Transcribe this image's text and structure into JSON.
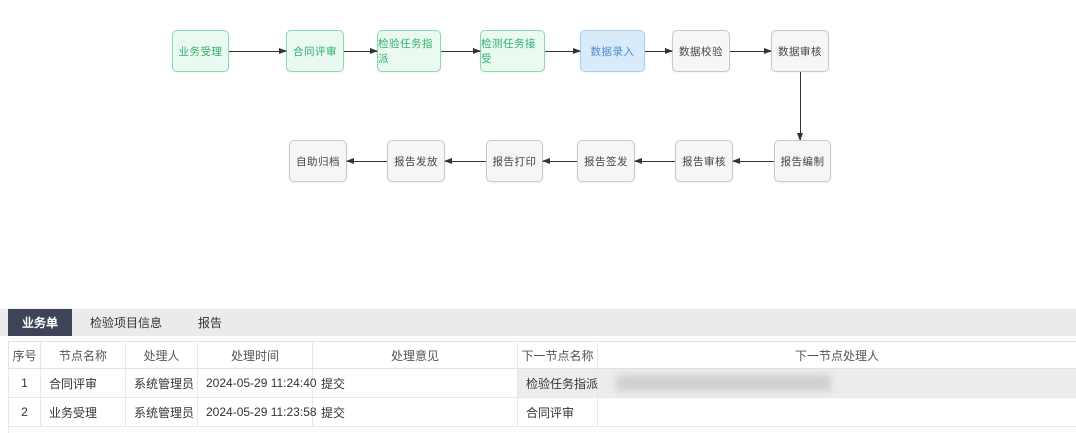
{
  "flowchart": {
    "top_row": [
      {
        "label": "业务受理",
        "style": "green"
      },
      {
        "label": "合同评审",
        "style": "green"
      },
      {
        "label": "检验任务指派",
        "style": "green"
      },
      {
        "label": "检测任务接受",
        "style": "green"
      },
      {
        "label": "数据录入",
        "style": "blue"
      },
      {
        "label": "数据校验",
        "style": "gray"
      },
      {
        "label": "数据审核",
        "style": "gray"
      }
    ],
    "bottom_row": [
      {
        "label": "自助归档",
        "style": "gray"
      },
      {
        "label": "报告发放",
        "style": "gray"
      },
      {
        "label": "报告打印",
        "style": "gray"
      },
      {
        "label": "报告签发",
        "style": "gray"
      },
      {
        "label": "报告审核",
        "style": "gray"
      },
      {
        "label": "报告编制",
        "style": "gray"
      }
    ],
    "colors": {
      "green_bg": "#eafaf1",
      "green_border": "#8ad9ab",
      "green_text": "#2fae6e",
      "blue_bg": "#d9ebfb",
      "blue_border": "#a9cdf0",
      "blue_text": "#4a8bd0",
      "gray_bg": "#f6f6f6",
      "gray_border": "#c9c9c9",
      "arrow": "#333333"
    }
  },
  "tabs": [
    {
      "label": "业务单",
      "active": true
    },
    {
      "label": "检验项目信息",
      "active": false
    },
    {
      "label": "报告",
      "active": false
    }
  ],
  "tab_colors": {
    "active_bg": "#3d4458",
    "active_text": "#ffffff",
    "bar_bg": "#ebebeb"
  },
  "table": {
    "headers": [
      "序号",
      "节点名称",
      "处理人",
      "处理时间",
      "处理意见",
      "下一节点名称",
      "下一节点处理人"
    ],
    "rows": [
      {
        "seq": "1",
        "node": "合同评审",
        "handler": "系统管理员",
        "time": "2024-05-29 11:24:40",
        "opinion": "提交",
        "next_node": "检验任务指派",
        "next_handler": "",
        "next_handler_redacted": true
      },
      {
        "seq": "2",
        "node": "业务受理",
        "handler": "系统管理员",
        "time": "2024-05-29 11:23:58",
        "opinion": "提交",
        "next_node": "合同评审",
        "next_handler": "",
        "next_handler_redacted": false
      }
    ]
  }
}
